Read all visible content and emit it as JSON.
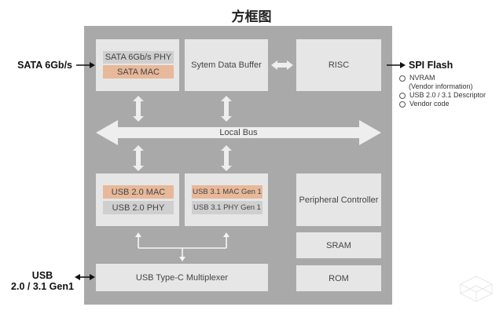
{
  "title": "方框图",
  "external": {
    "sata": "SATA 6Gb/s",
    "spi": "SPI Flash",
    "usb_line1": "USB",
    "usb_line2": "2.0 / 3.1 Gen1"
  },
  "spi_items": [
    "NVRAM",
    "(Vendor information)",
    "USB 2.0 / 3.1 Descriptor",
    "Vendor code"
  ],
  "blocks": {
    "sata_phy": "SATA 6Gb/s PHY",
    "sata_mac": "SATA MAC",
    "data_buffer": "Sytem Data Buffer",
    "risc": "RISC",
    "local_bus": "Local Bus",
    "usb2_mac": "USB 2.0 MAC",
    "usb2_phy": "USB 2.0 PHY",
    "usb31_mac": "USB 3.1 MAC Gen 1",
    "usb31_phy": "USB 3.1 PHY Gen 1",
    "peripheral": "Peripheral Controller",
    "sram": "SRAM",
    "rom": "ROM",
    "mux": "USB Type-C Multiplexer"
  },
  "colors": {
    "panel": "#a9a9a9",
    "block": "#e6e6e6",
    "phy_bar": "#cfcfcf",
    "mac_bar": "#e8b89a",
    "arrow": "#eeeeee"
  }
}
